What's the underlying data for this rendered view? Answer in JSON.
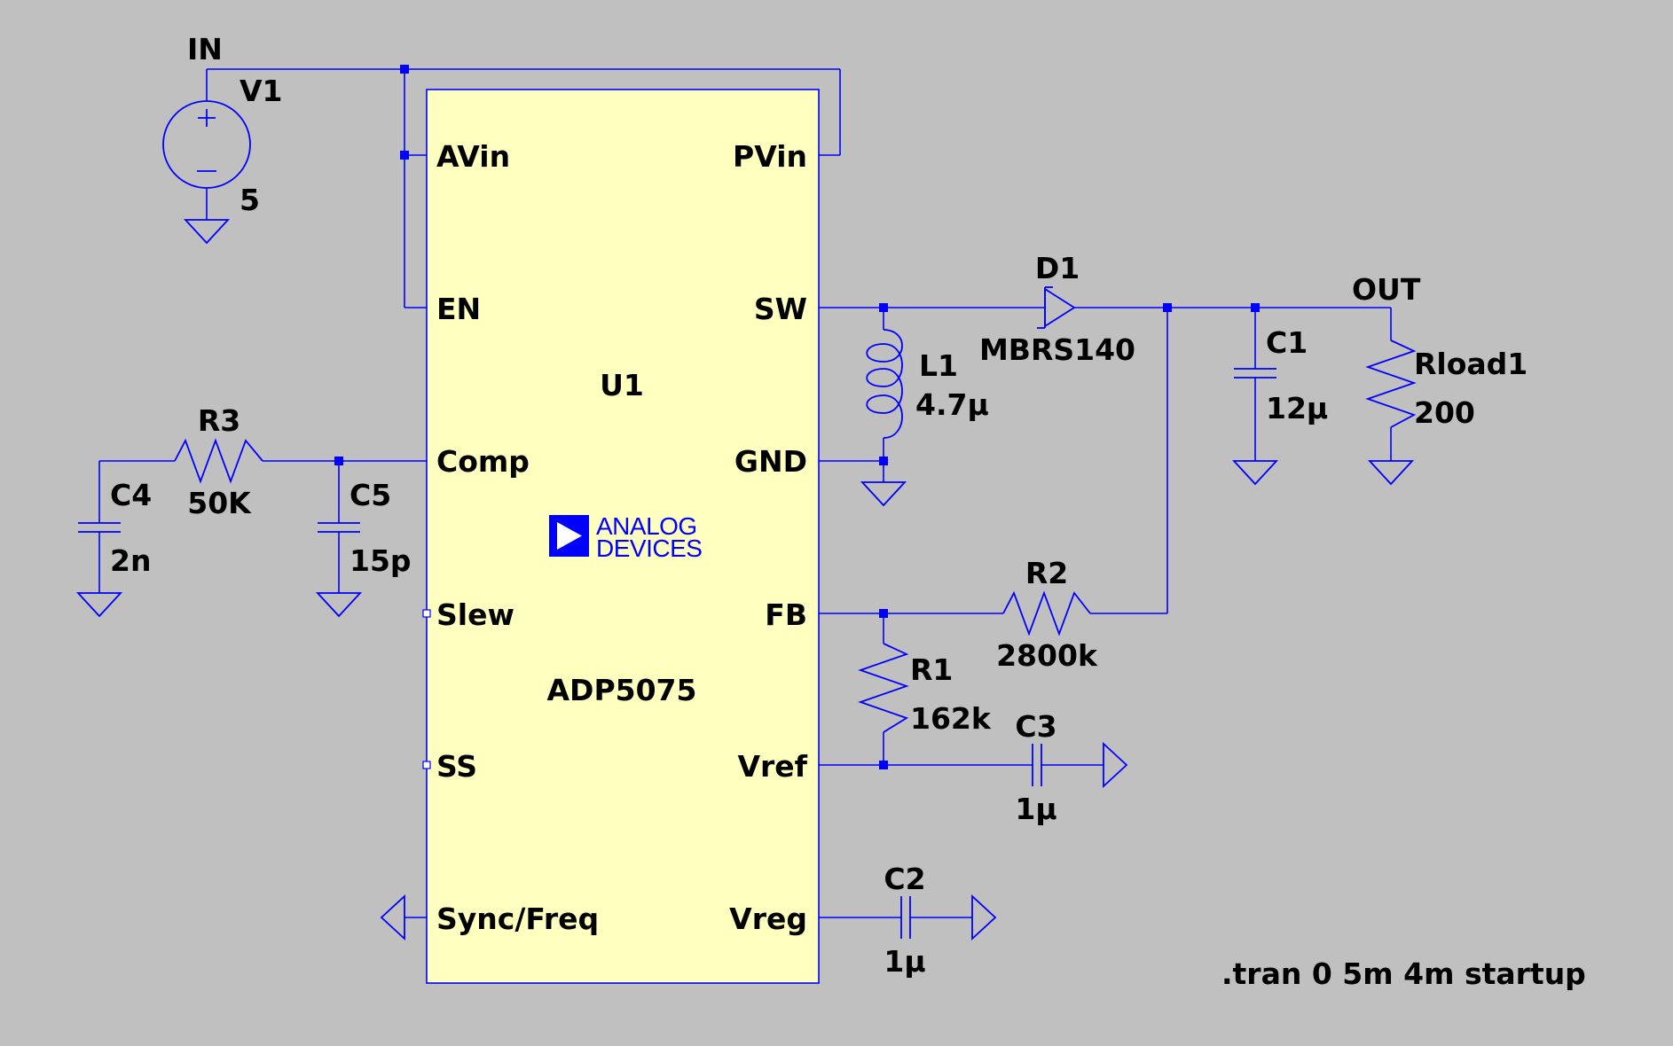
{
  "colors": {
    "background": "#c0c0c0",
    "wire": "#0000ff",
    "ic_fill": "#ffffc0",
    "text": "#000000"
  },
  "nets": {
    "input": "IN",
    "output": "OUT"
  },
  "ic": {
    "ref": "U1",
    "part": "ADP5075",
    "logo_line1": "ANALOG",
    "logo_line2": "DEVICES",
    "pins_left": [
      "AVin",
      "EN",
      "Comp",
      "Slew",
      "SS",
      "Sync/Freq"
    ],
    "pins_right": [
      "PVin",
      "SW",
      "GND",
      "FB",
      "Vref",
      "Vreg"
    ]
  },
  "components": {
    "v1": {
      "ref": "V1",
      "value": "5"
    },
    "d1": {
      "ref": "D1",
      "value": "MBRS140"
    },
    "l1": {
      "ref": "L1",
      "value": "4.7µ"
    },
    "c1": {
      "ref": "C1",
      "value": "12µ"
    },
    "rload": {
      "ref": "Rload1",
      "value": "200"
    },
    "r3": {
      "ref": "R3",
      "value": "50K"
    },
    "c4": {
      "ref": "C4",
      "value": "2n"
    },
    "c5": {
      "ref": "C5",
      "value": "15p"
    },
    "r2": {
      "ref": "R2",
      "value": "2800k"
    },
    "r1": {
      "ref": "R1",
      "value": "162k"
    },
    "c3": {
      "ref": "C3",
      "value": "1µ"
    },
    "c2": {
      "ref": "C2",
      "value": "1µ"
    }
  },
  "directive": ".tran 0 5m 4m startup"
}
